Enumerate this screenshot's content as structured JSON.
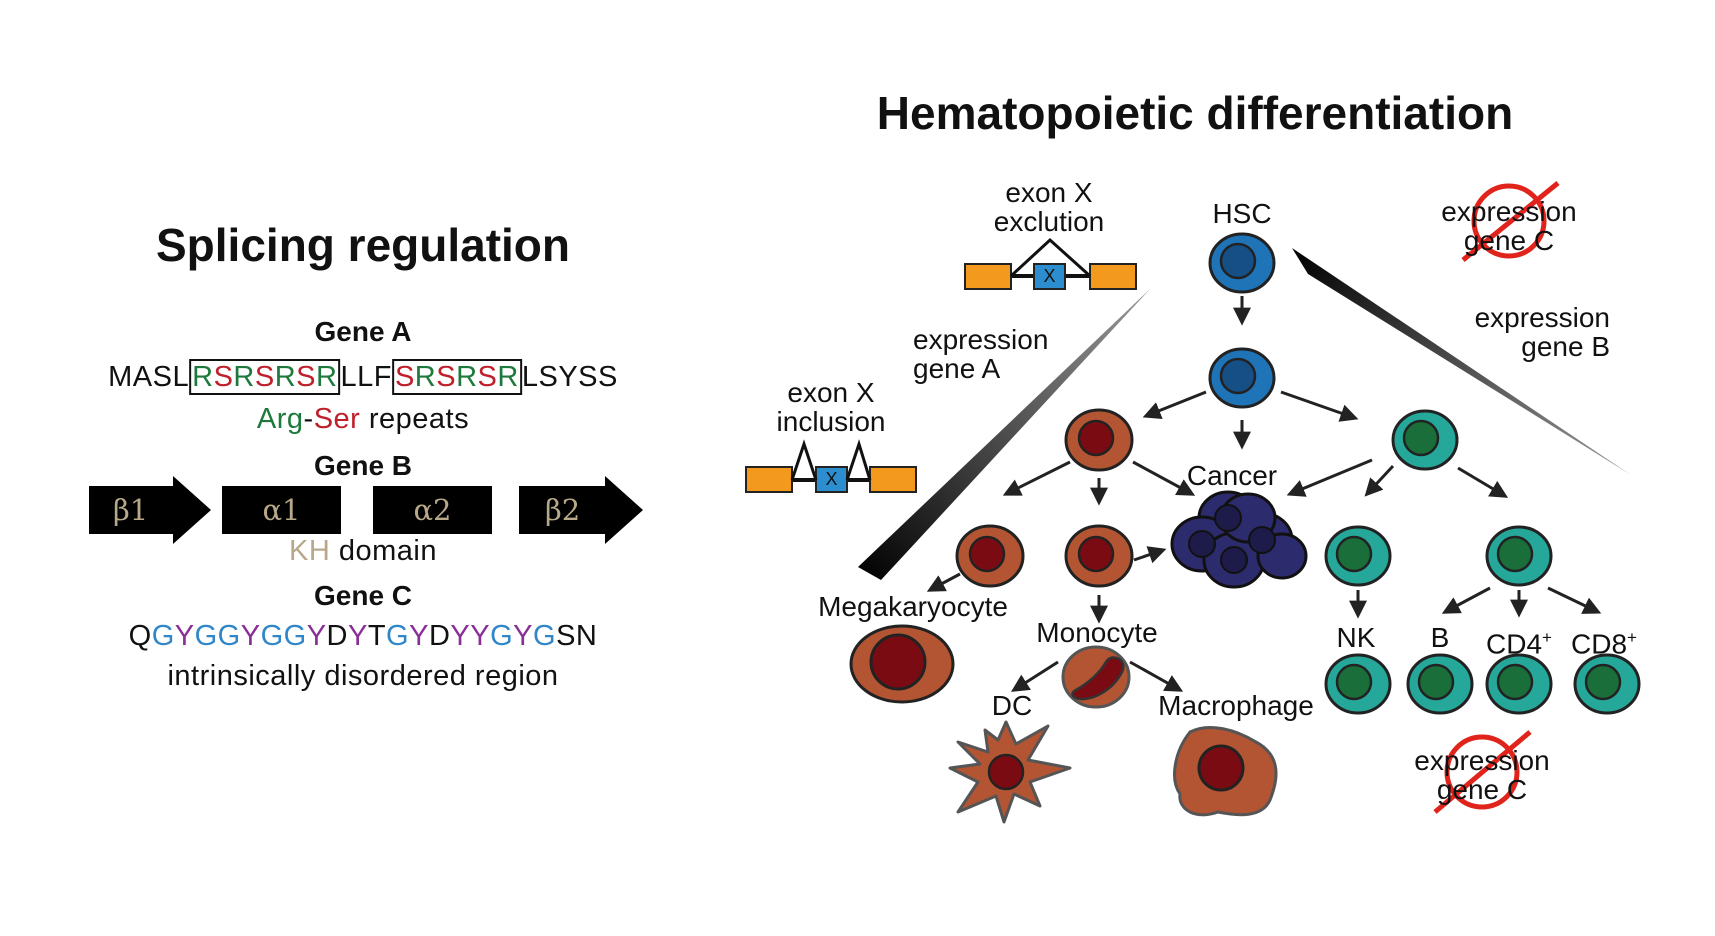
{
  "splicing": {
    "title": "Splicing regulation",
    "gene_a": {
      "label": "Gene A",
      "seq_pre": "MASL",
      "repeat1": [
        "R",
        "S",
        "R",
        "S",
        "R",
        "S",
        "R"
      ],
      "seq_mid": "LLF",
      "repeat2": [
        "S",
        "R",
        "S",
        "R",
        "S",
        "R"
      ],
      "seq_post": "LSYSS",
      "caption_arg": "Arg",
      "caption_dash": "-",
      "caption_ser": "Ser",
      "caption_rest": " repeats"
    },
    "gene_b": {
      "label": "Gene B",
      "domains": [
        "β1",
        "α1",
        "α2",
        "β2"
      ],
      "caption_kh": "KH",
      "caption_rest": " domain"
    },
    "gene_c": {
      "label": "Gene C",
      "seq": [
        {
          "t": "Q",
          "c": "k"
        },
        {
          "t": "G",
          "c": "b"
        },
        {
          "t": "Y",
          "c": "p"
        },
        {
          "t": "G",
          "c": "b"
        },
        {
          "t": "G",
          "c": "b"
        },
        {
          "t": "Y",
          "c": "p"
        },
        {
          "t": "G",
          "c": "b"
        },
        {
          "t": "G",
          "c": "b"
        },
        {
          "t": "Y",
          "c": "p"
        },
        {
          "t": "D",
          "c": "k"
        },
        {
          "t": "Y",
          "c": "p"
        },
        {
          "t": "T",
          "c": "k"
        },
        {
          "t": "G",
          "c": "b"
        },
        {
          "t": "Y",
          "c": "p"
        },
        {
          "t": "D",
          "c": "k"
        },
        {
          "t": "Y",
          "c": "p"
        },
        {
          "t": "Y",
          "c": "p"
        },
        {
          "t": "G",
          "c": "b"
        },
        {
          "t": "Y",
          "c": "p"
        },
        {
          "t": "G",
          "c": "b"
        },
        {
          "t": "S",
          "c": "k"
        },
        {
          "t": "N",
          "c": "k"
        }
      ],
      "caption": "intrinsically disordered region"
    }
  },
  "hematopoiesis": {
    "title": "Hematopoietic differentiation",
    "exon_exclusion": [
      "exon X",
      "exclution"
    ],
    "exon_inclusion": [
      "exon X",
      "inclusion"
    ],
    "exon_mark": "X",
    "expr_a": [
      "expression",
      "gene A"
    ],
    "expr_b": [
      "expression",
      "gene B"
    ],
    "expr_c": [
      "expression",
      "gene C"
    ],
    "cells": {
      "hsc": "HSC",
      "cancer": "Cancer",
      "megakaryocyte": "Megakaryocyte",
      "monocyte": "Monocyte",
      "dc": "DC",
      "macrophage": "Macrophage",
      "nk": "NK",
      "b": "B",
      "cd4": "CD4",
      "cd8": "CD8",
      "sup": "+"
    }
  },
  "colors": {
    "blue_cell": "#1f74b8",
    "red_cell": "#b35532",
    "teal_cell": "#25a89a",
    "cancer_cell": "#2c2b6e",
    "exon_orange": "#f39a1e",
    "exon_blue": "#2c8ecf",
    "cross_red": "#e0241c"
  }
}
